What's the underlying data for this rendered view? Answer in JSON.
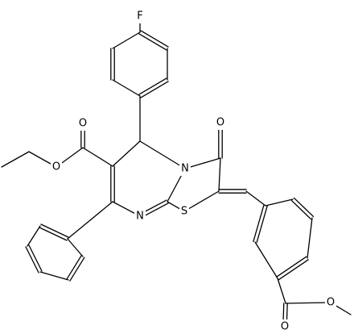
{
  "colors": {
    "bond": "#000000",
    "background": "#ffffff"
  },
  "atoms": {
    "fluorine": "F",
    "ketone_oxygen": "O",
    "ring_nitrogen": "N",
    "imine_nitrogen": "N",
    "sulfur": "S",
    "ester_carbonyl_oxygen": "O",
    "ester_ether_oxygen": "O",
    "methyl_ester_carbonyl_oxygen": "O",
    "methyl_ester_ether_oxygen": "O"
  }
}
